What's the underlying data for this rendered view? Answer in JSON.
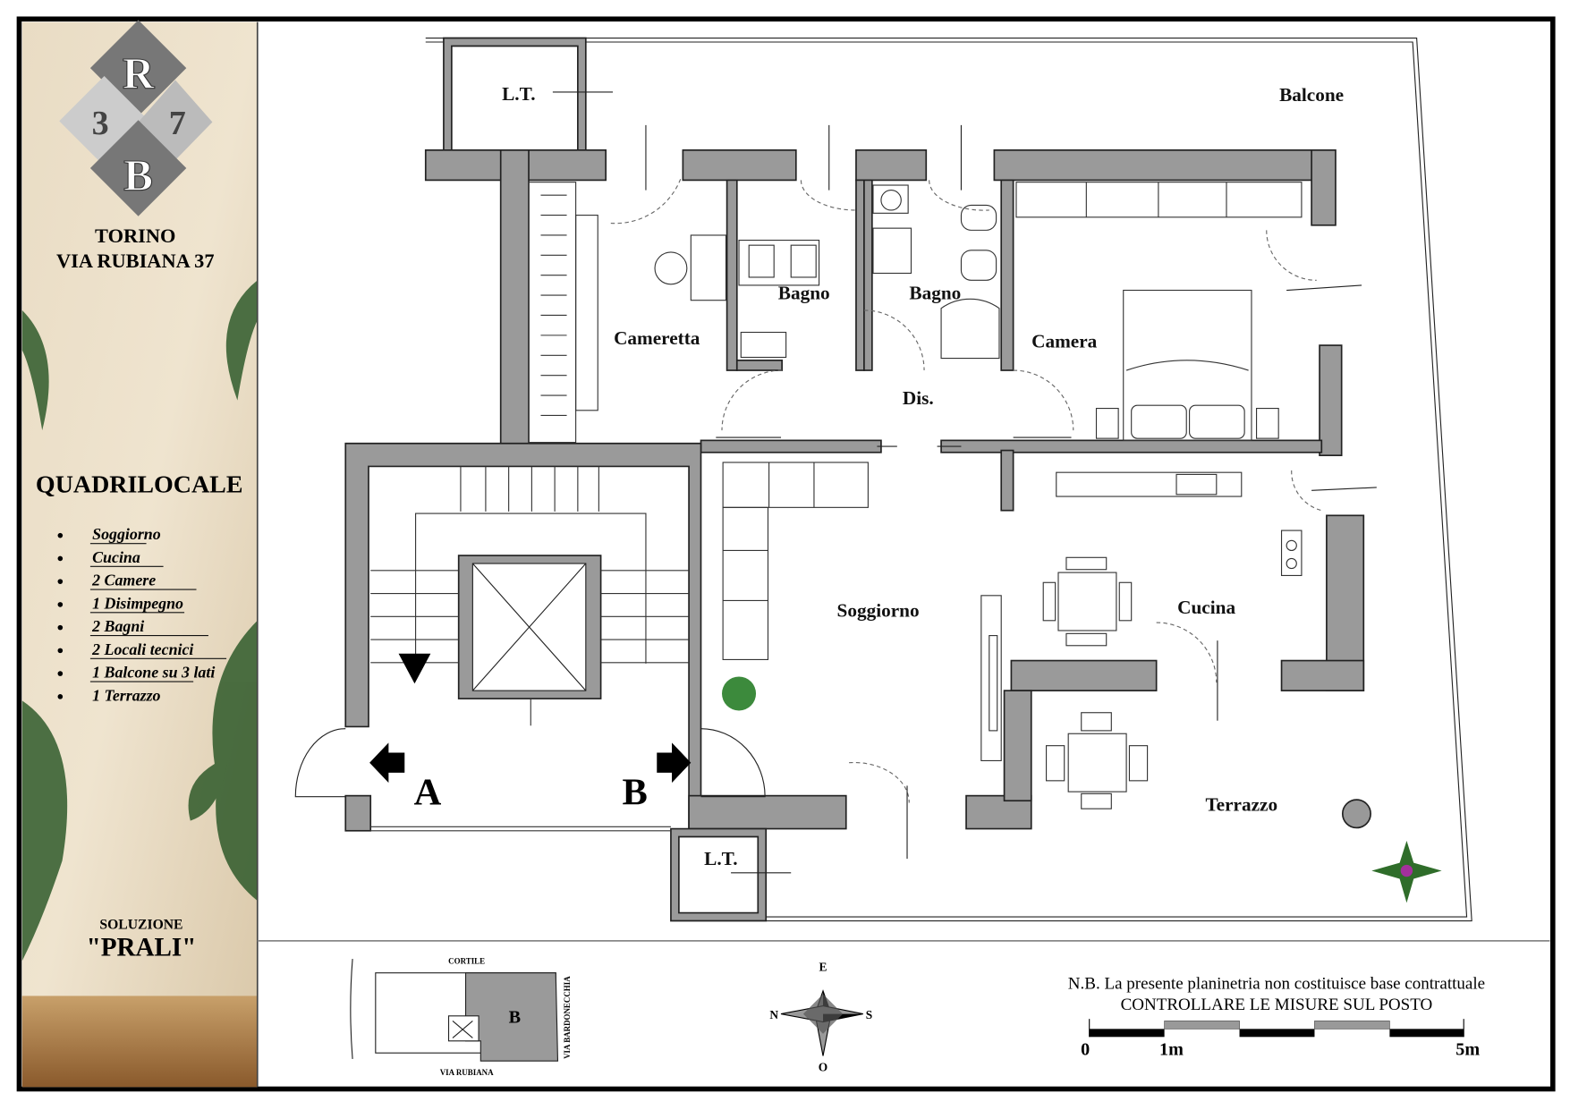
{
  "brand": {
    "logo_letters": [
      "R",
      "3",
      "7",
      "B"
    ],
    "city": "TORINO",
    "address": "VIA RUBIANA 37"
  },
  "listing": {
    "type": "QUADRILOCALE",
    "features": [
      "Soggiorno",
      "Cucina",
      "2 Camere",
      "1 Disimpegno",
      "2 Bagni",
      "2 Locali tecnici",
      "1 Balcone su 3 lati",
      "1 Terrazzo"
    ],
    "solution_label": "SOLUZIONE",
    "solution_name": "\"PRALI\""
  },
  "rooms": {
    "lt_top": "L.T.",
    "balcone": "Balcone",
    "cameretta": "Cameretta",
    "bagno1": "Bagno",
    "bagno2": "Bagno",
    "camera": "Camera",
    "dis": "Dis.",
    "soggiorno": "Soggiorno",
    "cucina": "Cucina",
    "terrazzo": "Terrazzo",
    "lt_bottom": "L.T.",
    "entrance_a": "A",
    "entrance_b": "B"
  },
  "site_map": {
    "top": "CORTILE",
    "bottom": "VIA RUBIANA",
    "right": "VIA BARDONECCHIA",
    "unit": "B"
  },
  "compass": {
    "top": "E",
    "left": "N",
    "right": "S",
    "bottom": "O"
  },
  "notes": {
    "line1": "N.B. La presente planinetria non costituisce base contrattuale",
    "line2": "CONTROLLARE LE MISURE SUL POSTO"
  },
  "scale_bar": {
    "start": "0",
    "mid": "1m",
    "end": "5m"
  }
}
